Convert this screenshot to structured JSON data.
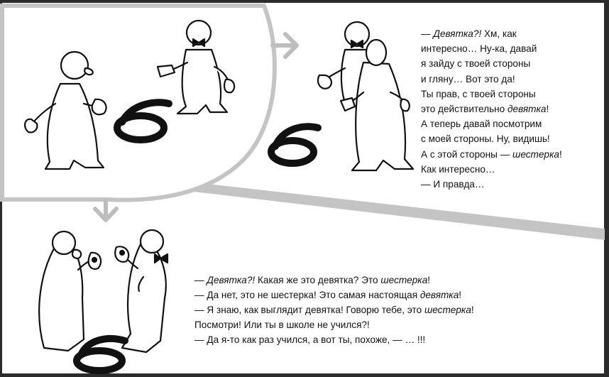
{
  "dialog_top": [
    [
      {
        "t": "— "
      },
      {
        "t": "Девятка?!",
        "i": true
      },
      {
        "t": " Хм, как"
      }
    ],
    [
      {
        "t": "интересно… Ну-ка, давай"
      }
    ],
    [
      {
        "t": "я зайду с твоей стороны"
      }
    ],
    [
      {
        "t": "и гляну… Вот это да!"
      }
    ],
    [
      {
        "t": "Ты прав, с твоей стороны"
      }
    ],
    [
      {
        "t": "это действительно "
      },
      {
        "t": "девятка",
        "i": true
      },
      {
        "t": "!"
      }
    ],
    [
      {
        "t": "А теперь давай посмотрим"
      }
    ],
    [
      {
        "t": "с моей стороны. Ну, видишь!"
      }
    ],
    [
      {
        "t": "А с этой стороны — "
      },
      {
        "t": "шестерка",
        "i": true
      },
      {
        "t": "!"
      }
    ],
    [
      {
        "t": "Как интересно…"
      }
    ],
    [
      {
        "t": "— И правда…"
      }
    ]
  ],
  "dialog_bottom": [
    [
      {
        "t": "— "
      },
      {
        "t": "Девятка?!",
        "i": true
      },
      {
        "t": " Какая же это девятка? Это "
      },
      {
        "t": "шестерка",
        "i": true
      },
      {
        "t": "!"
      }
    ],
    [
      {
        "t": "— Да нет, это не шестерка! Это самая настоящая "
      },
      {
        "t": "девятка",
        "i": true
      },
      {
        "t": "!"
      }
    ],
    [
      {
        "t": "— Я знаю, как выглядит девятка! Говорю тебе, это "
      },
      {
        "t": "шестерка",
        "i": true
      },
      {
        "t": "!"
      }
    ],
    [
      {
        "t": "Посмотри! Или ты в школе не учился?!"
      }
    ],
    [
      {
        "t": "— Да я-то как раз учился, а вот ты, похоже, — … !!!"
      }
    ]
  ],
  "floor_digit": "6",
  "colors": {
    "background": "#ffffff",
    "frame": "#2b2b2b",
    "connector": "#bdbdbd",
    "ink": "#111111"
  }
}
